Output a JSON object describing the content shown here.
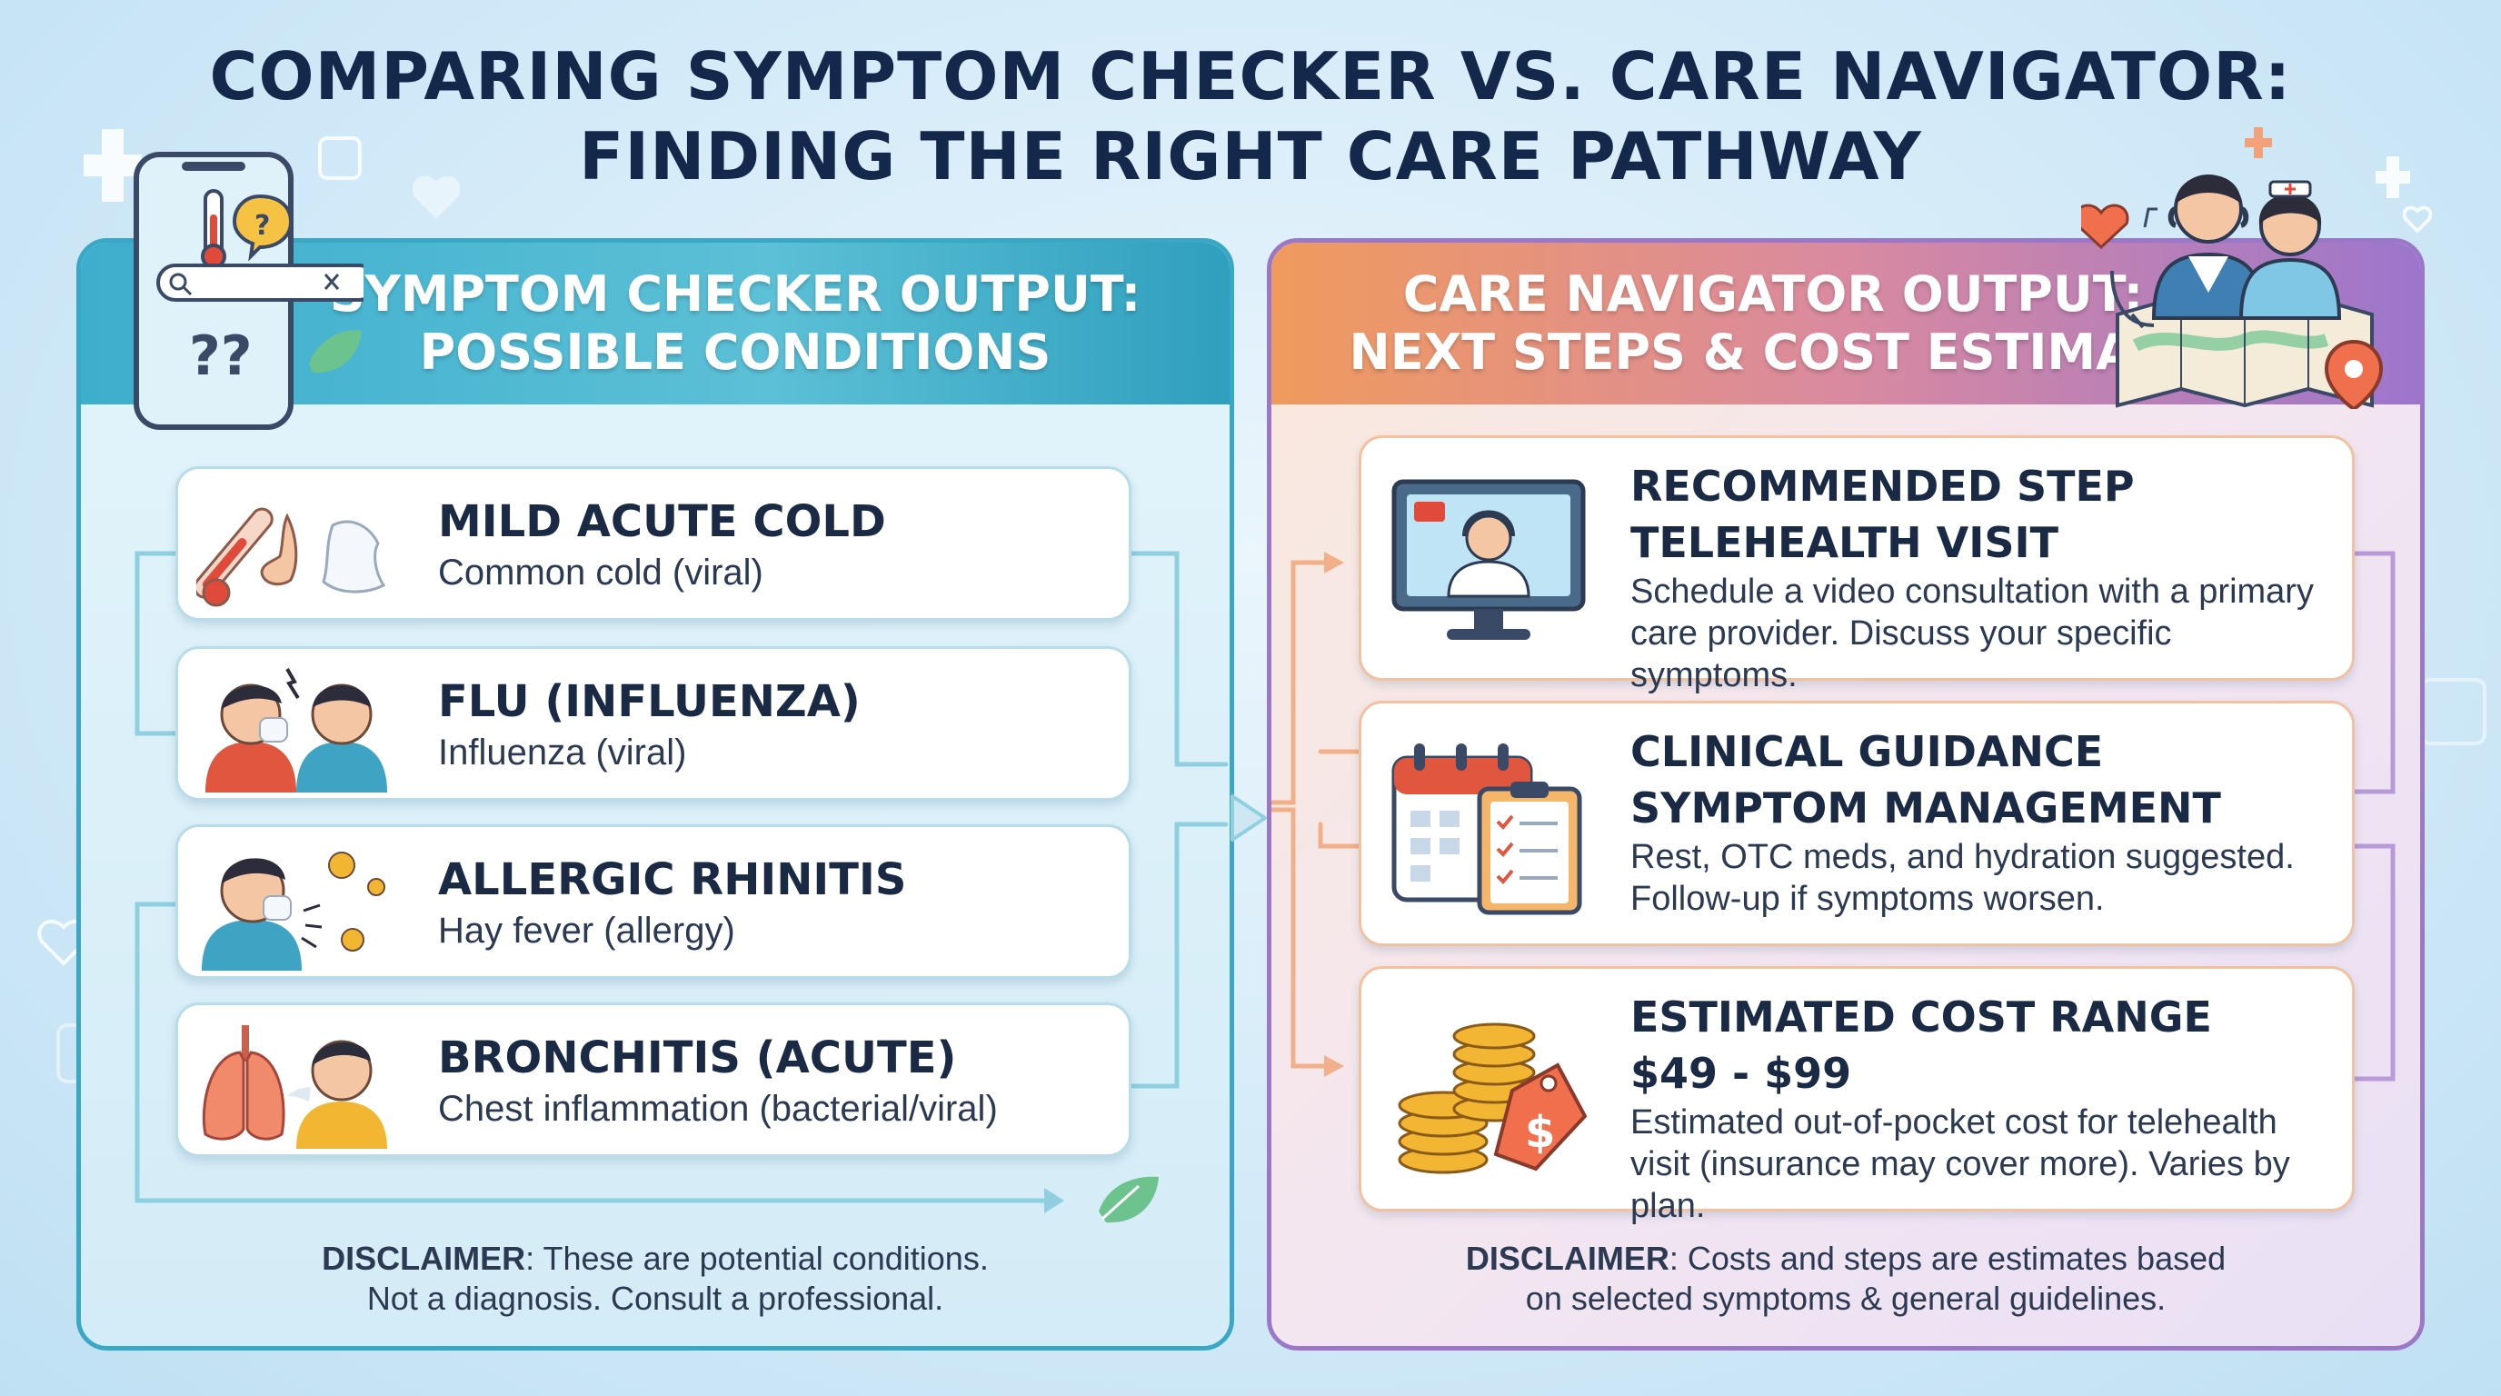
{
  "title": {
    "line1": "COMPARING SYMPTOM CHECKER VS. CARE NAVIGATOR:",
    "line2": "FINDING THE RIGHT CARE PATHWAY"
  },
  "left_panel": {
    "header_line1": "SYMPTOM CHECKER OUTPUT:",
    "header_line2": "POSSIBLE CONDITIONS",
    "conditions": [
      {
        "name": "MILD ACUTE COLD",
        "description": "Common cold (viral)",
        "icon": "thermometer-nose-tissue-icon"
      },
      {
        "name": "FLU (INFLUENZA)",
        "description": "Influenza (viral)",
        "icon": "sick-people-icon"
      },
      {
        "name": "ALLERGIC RHINITIS",
        "description": "Hay fever (allergy)",
        "icon": "sneezing-pollen-icon"
      },
      {
        "name": "BRONCHITIS (ACUTE)",
        "description": "Chest inflammation (bacterial/viral)",
        "icon": "lungs-cough-icon"
      }
    ],
    "disclaimer_label": "DISCLAIMER",
    "disclaimer_line1": ": These are potential conditions.",
    "disclaimer_line2": "Not a diagnosis. Consult a professional."
  },
  "right_panel": {
    "header_line1": "CARE NAVIGATOR OUTPUT:",
    "header_line2": "NEXT STEPS & COST ESTIMATE",
    "steps": [
      {
        "heading": "RECOMMENDED STEP",
        "subheading": "TELEHEALTH VISIT",
        "line1": "Schedule a video consultation with a primary",
        "line2": "care provider. Discuss your specific symptoms.",
        "icon": "telehealth-monitor-icon"
      },
      {
        "heading": "CLINICAL GUIDANCE",
        "subheading": "SYMPTOM MANAGEMENT",
        "line1": "Rest, OTC meds, and hydration suggested.",
        "line2": "Follow-up if symptoms worsen.",
        "icon": "calendar-clipboard-icon"
      },
      {
        "heading": "ESTIMATED COST RANGE",
        "subheading": "$49 - $99",
        "line1": "Estimated out-of-pocket cost for telehealth",
        "line2": "visit (insurance may cover more). Varies by plan.",
        "icon": "coins-price-tag-icon"
      }
    ],
    "disclaimer_label": "DISCLAIMER",
    "disclaimer_line1": ": Costs and steps are estimates based",
    "disclaimer_line2": "on selected symptoms & general guidelines."
  },
  "colors": {
    "left_accent": "#3aa8c4",
    "right_accent": "#9b78c7",
    "orange_accent": "#f09a5e",
    "title": "#13284b"
  }
}
